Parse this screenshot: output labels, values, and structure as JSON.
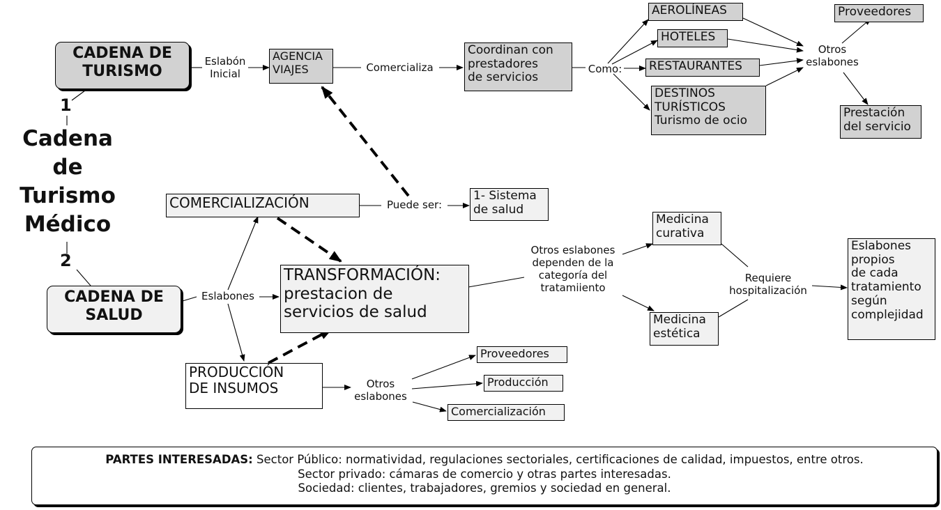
{
  "title": [
    "Cadena",
    "de",
    "Turismo",
    "Médico"
  ],
  "numbers": {
    "one": "1",
    "two": "2"
  },
  "turismo": {
    "root": [
      "CADENA DE",
      "TURISMO"
    ],
    "edge_eslabon_inicial": [
      "Eslabón",
      "Inicial"
    ],
    "agencia": [
      "AGENCIA",
      "VIAJES"
    ],
    "edge_comercializa": "Comercializa",
    "coordinan": [
      "Coordinan con",
      "prestadores",
      "de servicios"
    ],
    "edge_como": "Como:",
    "aerolineas": "AEROLÍNEAS",
    "hoteles": "HOTELES",
    "restaurantes": "RESTAURANTES",
    "destinos": [
      "DESTINOS",
      "TURÍSTICOS",
      "Turismo de ocio"
    ],
    "otros_eslabones": [
      "Otros",
      "eslabones"
    ],
    "proveedores": "Proveedores",
    "prestacion": [
      "Prestación",
      "del servicio"
    ]
  },
  "salud": {
    "root": [
      "CADENA DE",
      "SALUD"
    ],
    "edge_eslabones": "Eslabones",
    "comercializacion": "COMERCIALIZACIÓN",
    "edge_puede_ser": "Puede ser:",
    "sistema_salud": [
      "1- Sistema",
      "de salud"
    ],
    "transformacion": [
      "TRANSFORMACIÓN:",
      "prestacion de",
      "servicios de salud"
    ],
    "produccion_insumos": [
      "PRODUCCIÓN",
      "DE INSUMOS"
    ],
    "otros_eslabones": [
      "Otros",
      "eslabones"
    ],
    "proveedores": "Proveedores",
    "produccion": "Producción",
    "comercializacion_small": "Comercialización",
    "otros_dependen": [
      "Otros eslabones",
      "dependen de la",
      "categoría del",
      "tratamiiento"
    ],
    "medicina_curativa": [
      "Medicina",
      "curativa"
    ],
    "medicina_estetica": [
      "Medicina",
      "estética"
    ],
    "requiere": [
      "Requiere",
      "hospitalización"
    ],
    "eslabones_propios": [
      "Eslabones",
      "propios",
      "de cada",
      "tratamiento",
      "según",
      "complejidad"
    ]
  },
  "footer": {
    "line1_bold": "PARTES INTERESADAS:",
    "line1_rest": " Sector Público: normatividad, regulaciones sectoriales, certificaciones de calidad, impuestos, entre otros.",
    "line2": "Sector privado: cámaras de comercio y otras partes interesadas.",
    "line3": "Sociedad: clientes, trabajadores, gremios y sociedad en general."
  },
  "colors": {
    "node_gray": "#d2d2d2",
    "node_light": "#f1f1f1",
    "line": "#000000"
  }
}
